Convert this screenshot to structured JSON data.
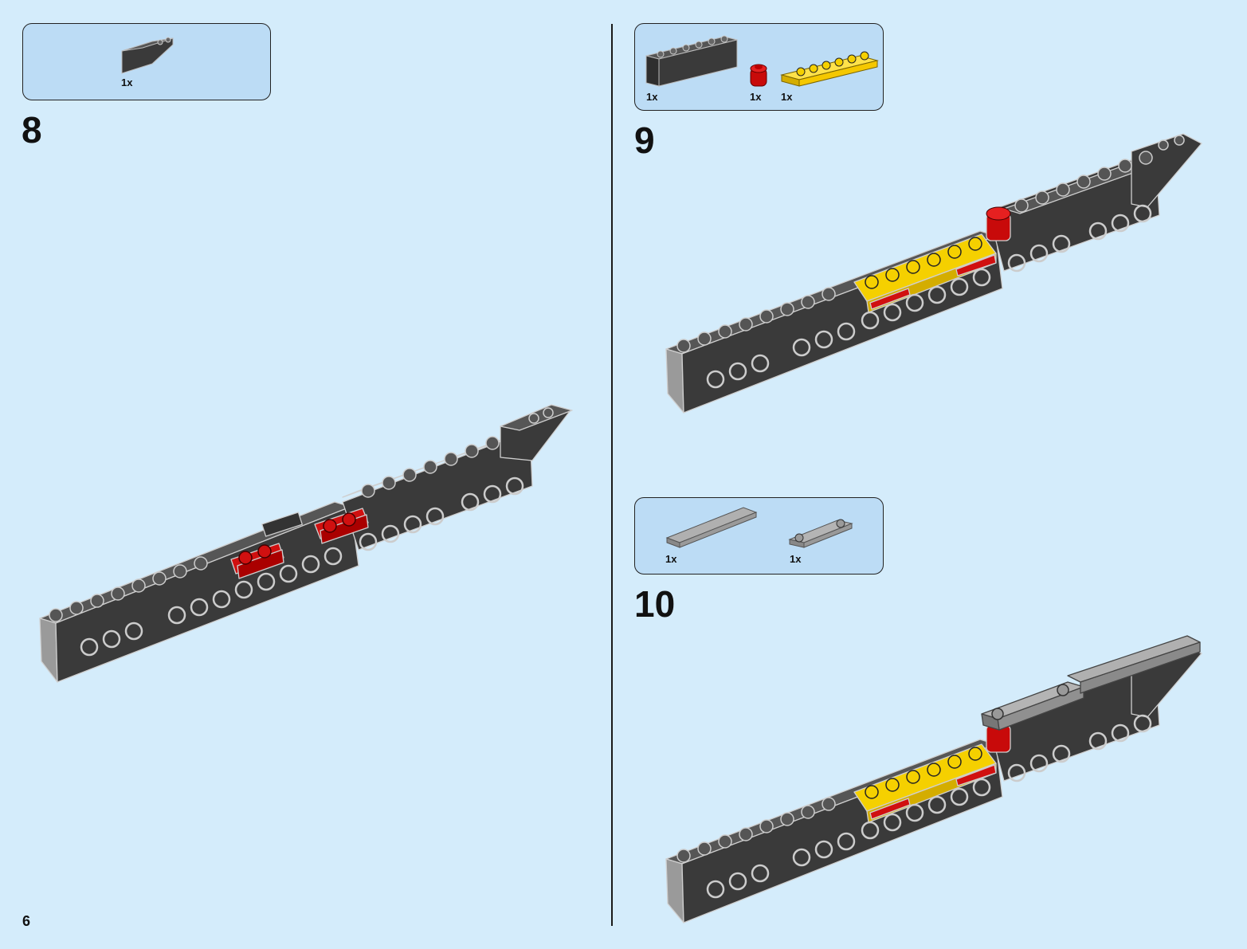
{
  "page": {
    "number": "6"
  },
  "steps": [
    {
      "number": "8",
      "parts": [
        {
          "name": "slope-brick-black",
          "qty": "1x"
        }
      ]
    },
    {
      "number": "9",
      "parts": [
        {
          "name": "brick-1x6-black",
          "qty": "1x"
        },
        {
          "name": "round-brick-red",
          "qty": "1x"
        },
        {
          "name": "plate-1x6-yellow",
          "qty": "1x"
        }
      ]
    },
    {
      "number": "10",
      "parts": [
        {
          "name": "tile-1x6-grey",
          "qty": "1x"
        },
        {
          "name": "plate-1x4-grey-2-studs",
          "qty": "1x"
        }
      ]
    }
  ],
  "colors": {
    "background": "#d4ecfb",
    "callout": "#bcdcf5",
    "black_brick": "#3a3a3a",
    "red": "#d01010",
    "yellow": "#f5d000",
    "grey": "#a0a0a0"
  }
}
